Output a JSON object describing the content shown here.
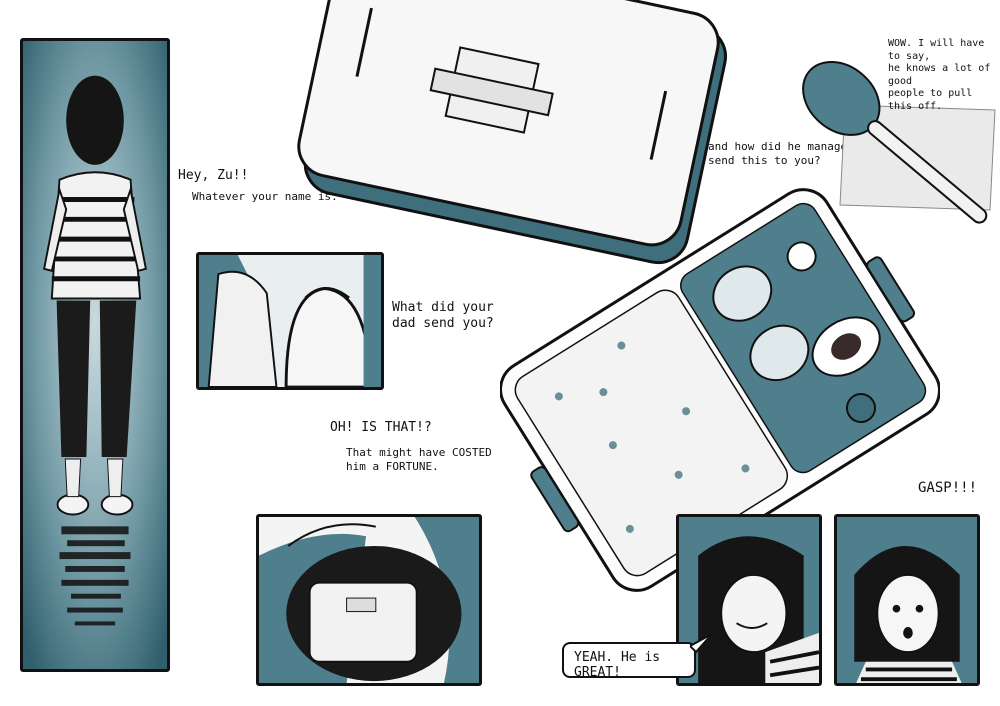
{
  "page": {
    "colors": {
      "teal": "#4f7f8c",
      "teal_light": "#b8cdd3",
      "ink": "#111111",
      "paper": "#ffffff"
    }
  },
  "captions": {
    "hey": "Hey, Zu!!",
    "whatever": "Whatever your name is.",
    "what_did": "What did your\ndad send you?",
    "oh_is_that": "OH! IS THAT!?",
    "might_have": "That might have COSTED\nhim a FORTUNE.",
    "how_did": "and how did he manage to\nsend this to you?",
    "wow": "WOW. I will have to say,\nhe knows a lot of good\npeople to pull this off.",
    "gasp": "GASP!!!",
    "yeah": "YEAH. He is GREAT!"
  }
}
